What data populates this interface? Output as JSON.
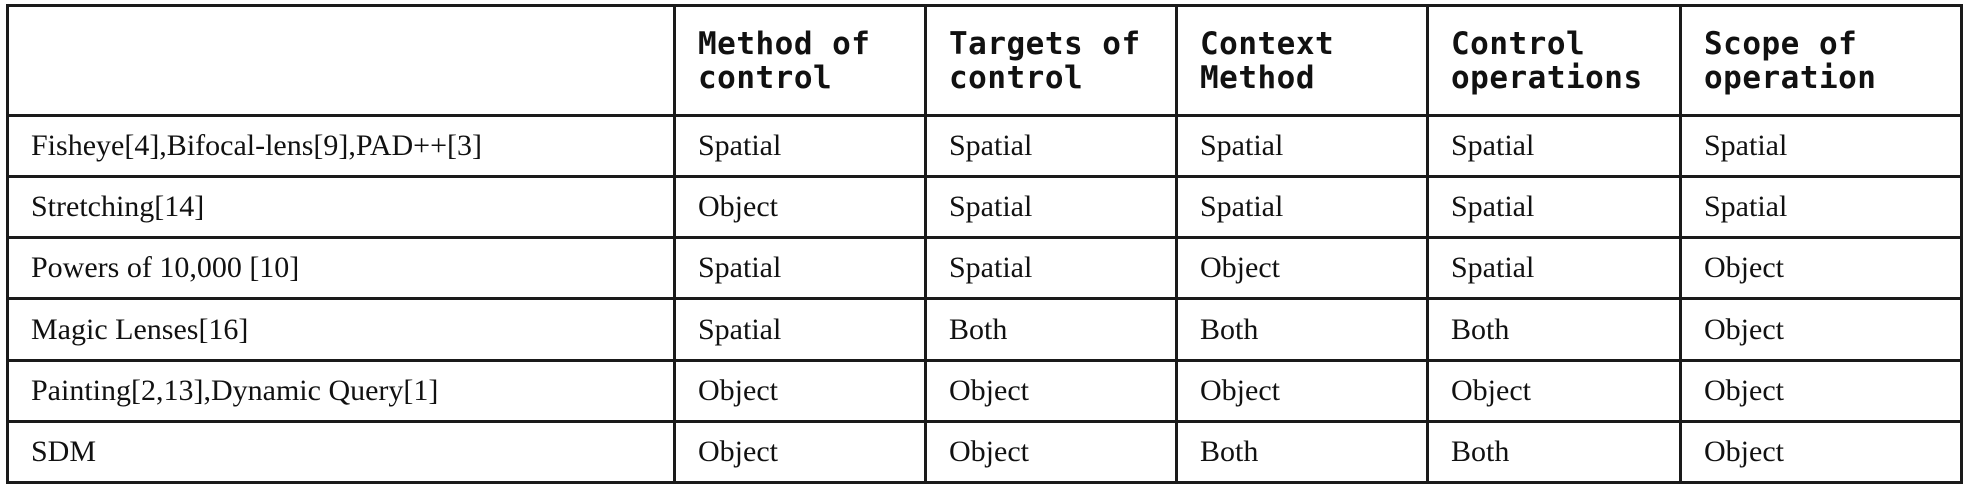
{
  "table": {
    "header": [
      "",
      "Method of control",
      "Targets of control",
      "Context Method",
      "Control operations",
      "Scope of operation"
    ],
    "rows": [
      [
        "Fisheye[4],Bifocal-lens[9],PAD++[3]",
        "Spatial",
        "Spatial",
        "Spatial",
        "Spatial",
        "Spatial"
      ],
      [
        "Stretching[14]",
        "Object",
        "Spatial",
        "Spatial",
        "Spatial",
        "Spatial"
      ],
      [
        "Powers of 10,000 [10]",
        "Spatial",
        "Spatial",
        "Object",
        "Spatial",
        "Object"
      ],
      [
        "Magic Lenses[16]",
        "Spatial",
        "Both",
        "Both",
        "Both",
        "Object"
      ],
      [
        "Painting[2,13],Dynamic Query[1]",
        "Object",
        "Object",
        "Object",
        "Object",
        "Object"
      ],
      [
        "SDM",
        "Object",
        "Object",
        "Both",
        "Both",
        "Object"
      ]
    ]
  }
}
